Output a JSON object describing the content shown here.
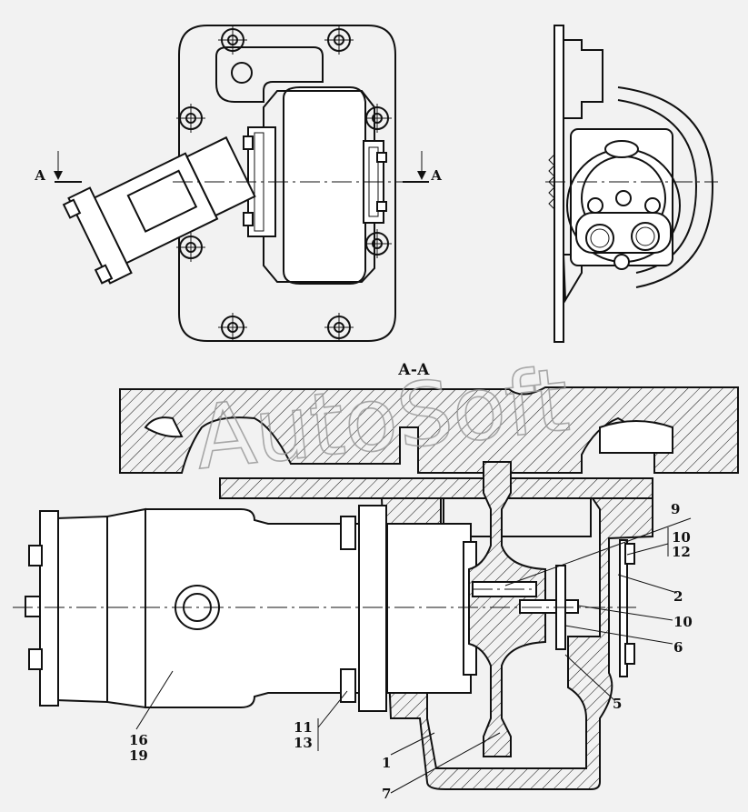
{
  "section_marks": {
    "left": "А",
    "right": "А",
    "title": "А-А"
  },
  "watermark": "AutoSoft",
  "callouts": [
    {
      "id": "c9",
      "text": "9"
    },
    {
      "id": "c10a",
      "text": "10"
    },
    {
      "id": "c12",
      "text": "12"
    },
    {
      "id": "c2",
      "text": "2"
    },
    {
      "id": "c10b",
      "text": "10"
    },
    {
      "id": "c6",
      "text": "6"
    },
    {
      "id": "c5",
      "text": "5"
    },
    {
      "id": "c11",
      "text": "11"
    },
    {
      "id": "c13",
      "text": "13"
    },
    {
      "id": "c16",
      "text": "16"
    },
    {
      "id": "c19",
      "text": "19"
    },
    {
      "id": "c1",
      "text": "1"
    },
    {
      "id": "c7",
      "text": "7"
    }
  ],
  "colors": {
    "ink": "#111111",
    "paper": "#f2f2f2",
    "watermark": "#9a9a9a"
  }
}
